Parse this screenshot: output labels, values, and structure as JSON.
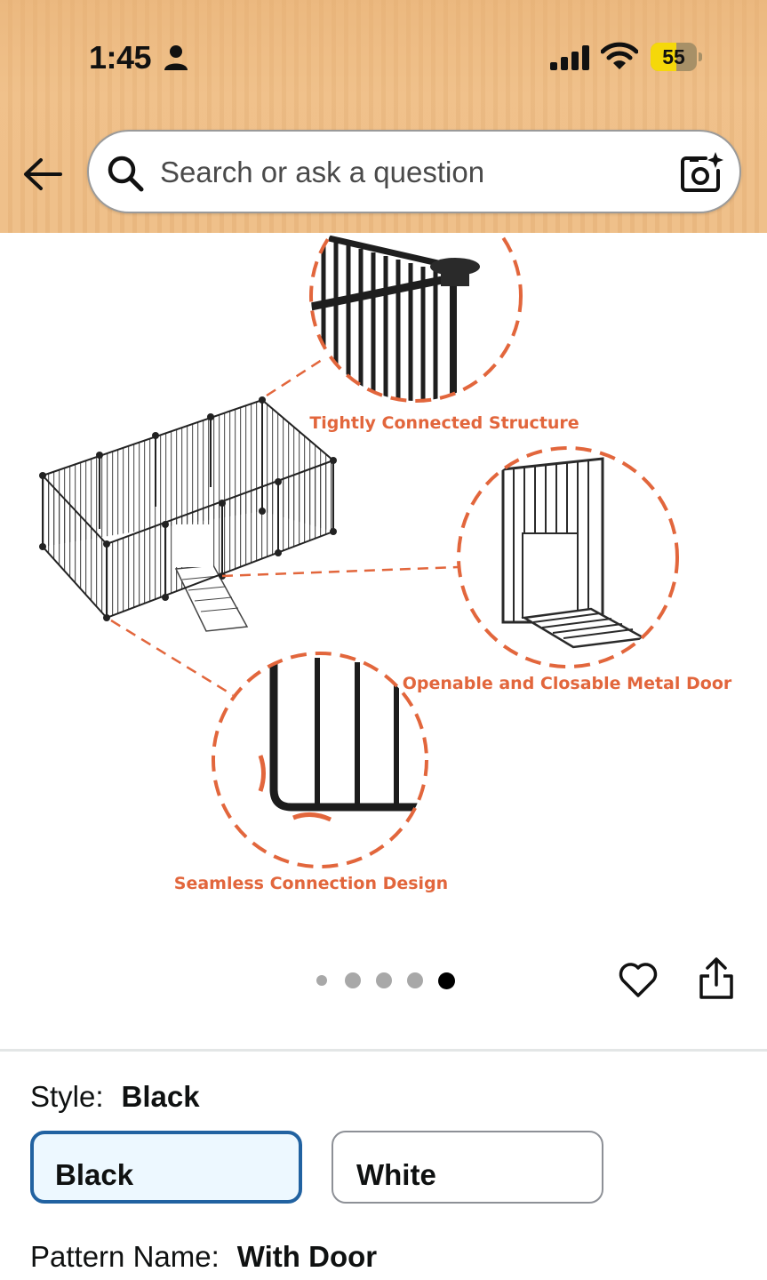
{
  "status_bar": {
    "time": "1:45",
    "battery": "55",
    "battery_level_percent": 55
  },
  "search": {
    "placeholder": "Search or ask a question"
  },
  "product_image": {
    "captions": {
      "structure": "Tightly Connected Structure",
      "door": "Openable and Closable Metal Door",
      "seamless": "Seamless Connection Design"
    },
    "caption_color": "#e2663c",
    "page_count": 5,
    "current_page": 5
  },
  "variations": {
    "style_label": "Style:",
    "style_value": "Black",
    "style_options": [
      {
        "label": "Black",
        "selected": true
      },
      {
        "label": "White",
        "selected": false
      }
    ],
    "pattern_label": "Pattern Name:",
    "pattern_value": "With Door"
  },
  "colors": {
    "selected_border": "#2162a1",
    "selected_bg": "#edf8ff",
    "header_bg": "#efc08a"
  },
  "icons": [
    "person-icon",
    "signal-icon",
    "wifi-icon",
    "back-arrow-icon",
    "search-icon",
    "camera-search-icon",
    "heart-icon",
    "share-icon"
  ]
}
